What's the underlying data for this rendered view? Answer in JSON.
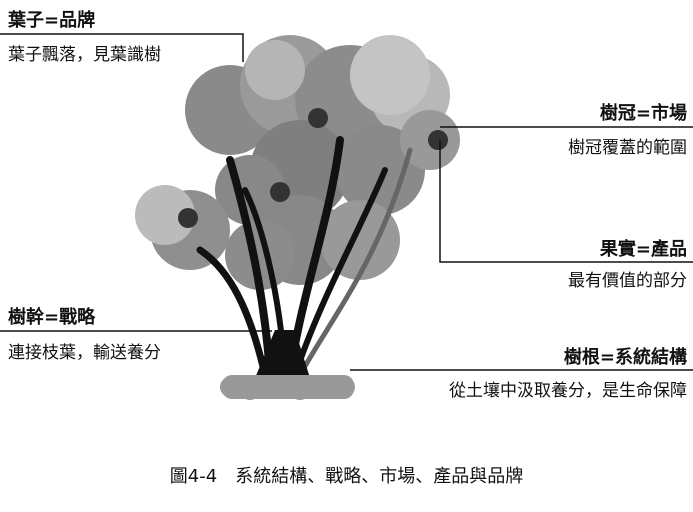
{
  "labels": {
    "leaf": {
      "title": "葉子=品牌",
      "desc": "葉子飄落，見葉識樹"
    },
    "crown": {
      "title": "樹冠=市場",
      "desc": "樹冠覆蓋的範圍"
    },
    "fruit": {
      "title": "果實=產品",
      "desc": "最有價值的部分"
    },
    "trunk": {
      "title": "樹幹=戰略",
      "desc": "連接枝葉，輸送養分"
    },
    "root": {
      "title": "樹根=系統結構",
      "desc": "從土壤中汲取養分，是生命保障"
    }
  },
  "caption": "圖4-4　系統結構、戰略、市場、產品與品牌"
}
